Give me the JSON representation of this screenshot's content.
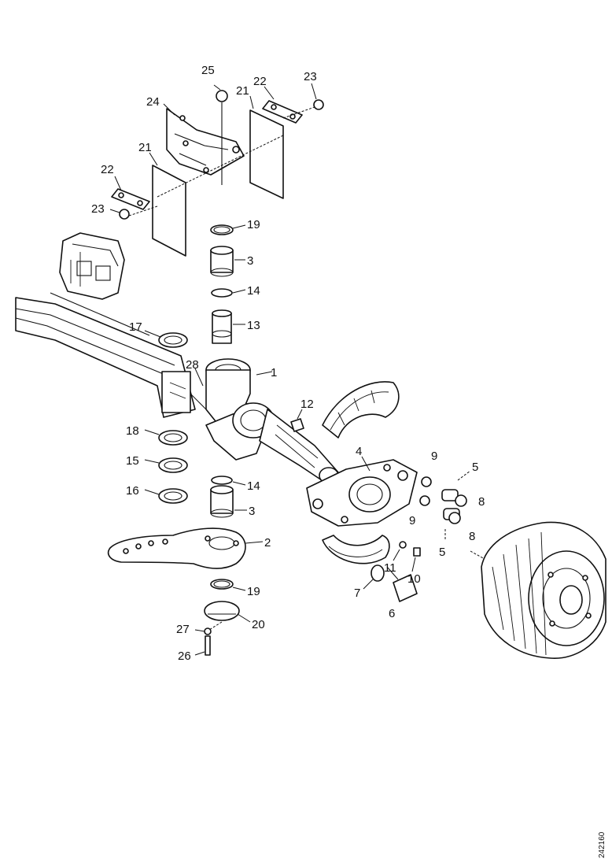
{
  "labels": {
    "p1": "1",
    "p2": "2",
    "p3a": "3",
    "p3b": "3",
    "p4": "4",
    "p5a": "5",
    "p5b": "5",
    "p6": "6",
    "p7": "7",
    "p8a": "8",
    "p8b": "8",
    "p9a": "9",
    "p9b": "9",
    "p10": "10",
    "p11": "11",
    "p12": "12",
    "p13": "13",
    "p14a": "14",
    "p14b": "14",
    "p15": "15",
    "p16": "16",
    "p17": "17",
    "p18": "18",
    "p19a": "19",
    "p19b": "19",
    "p20": "20",
    "p21a": "21",
    "p21b": "21",
    "p22a": "22",
    "p22b": "22",
    "p23a": "23",
    "p23b": "23",
    "p24": "24",
    "p25": "25",
    "p26": "26",
    "p27": "27",
    "p28": "28"
  },
  "image_code": "242160"
}
